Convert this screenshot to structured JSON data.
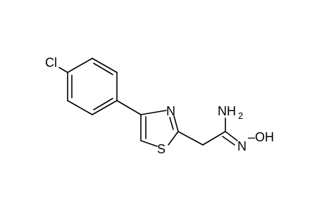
{
  "molecule": {
    "atoms": {
      "chlorine": "Cl",
      "thiazole_nitrogen": "N",
      "thiazole_sulfur": "S",
      "amine_symbol": "NH",
      "amine_subscript": "2",
      "oxime_nitrogen": "N",
      "hydroxyl": "OH",
      "hydroxyl_bond": "–"
    }
  }
}
